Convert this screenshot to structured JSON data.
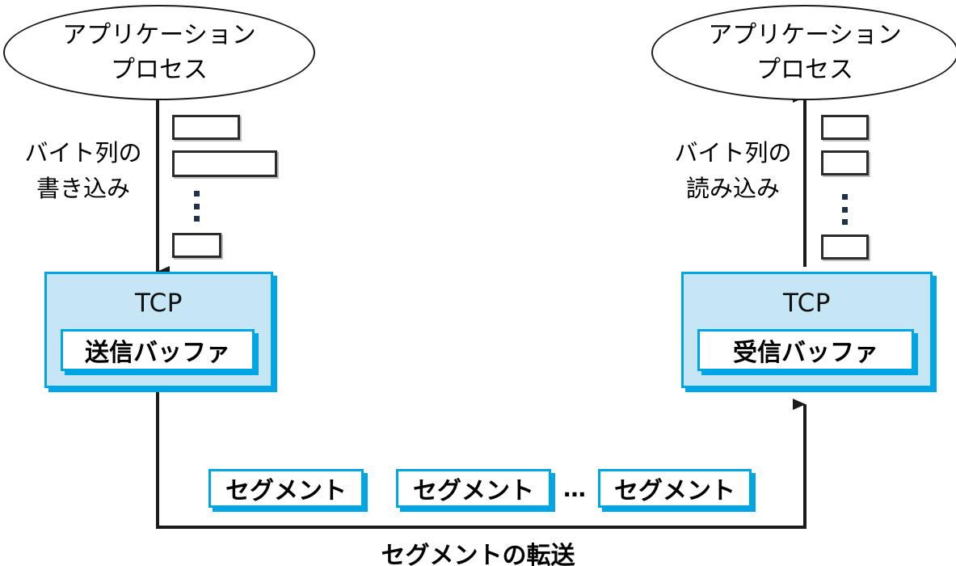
{
  "diagram": {
    "title": "TCP segment transfer between application processes",
    "colors": {
      "tcp_fill": "#c6e6f6",
      "tcp_border": "#00a5e3",
      "line": "#1a1a1a",
      "cell_border": "#2b2b2b",
      "dot": "#20324a"
    }
  },
  "left": {
    "process": {
      "line1": "アプリケーション",
      "line2": "プロセス"
    },
    "flow_label": {
      "line1": "バイト列の",
      "line2": "書き込み"
    },
    "tcp": {
      "title": "TCP",
      "buffer": "送信バッファ"
    },
    "byte_cells": [
      "",
      "",
      ""
    ],
    "vdots": "⋮"
  },
  "right": {
    "process": {
      "line1": "アプリケーション",
      "line2": "プロセス"
    },
    "flow_label": {
      "line1": "バイト列の",
      "line2": "読み込み"
    },
    "tcp": {
      "title": "TCP",
      "buffer": "受信バッファ"
    },
    "byte_cells": [
      "",
      "",
      ""
    ],
    "vdots": "⋮"
  },
  "segments": {
    "items": [
      "セグメント",
      "セグメント",
      "セグメント"
    ],
    "ellipsis": "…",
    "transfer_label": "セグメントの転送"
  }
}
